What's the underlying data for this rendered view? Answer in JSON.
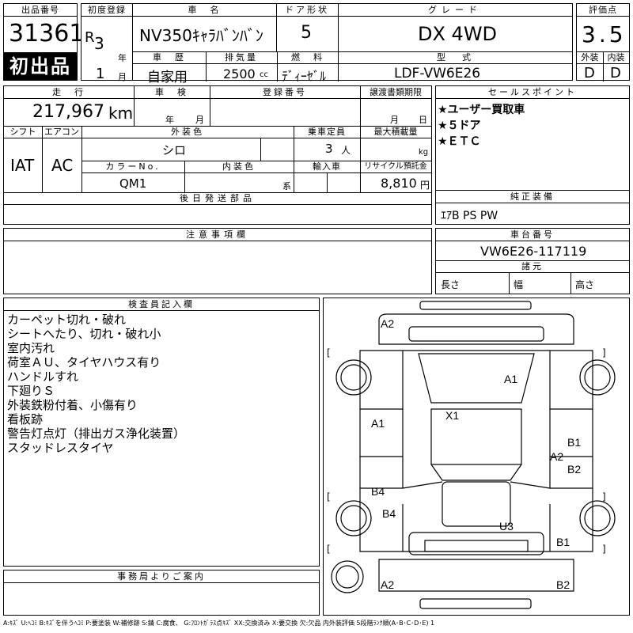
{
  "header": {
    "lot_no_label": "出品番号",
    "lot_no": "31361",
    "first_listing": "初出品",
    "first_reg_label": "初度登録",
    "era": "R",
    "year_num": "3",
    "year_unit": "年",
    "month_num": "1",
    "month_unit": "月",
    "car_name_label": "車　名",
    "car_name": "NV350ｷｬﾗﾊﾞﾝﾊﾞﾝ",
    "door_label": "ドア形状",
    "doors": "5",
    "grade_label": "グレード",
    "grade": "DX 4WD",
    "score_label": "評価点",
    "score": "3.5",
    "history_label": "車　歴",
    "history": "自家用",
    "displacement_label": "排気量",
    "displacement": "2500",
    "displacement_unit": "cc",
    "fuel_label": "燃　料",
    "fuel": "ﾃﾞｨｰｾﾞﾙ",
    "model_label": "型　式",
    "model": "LDF-VW6E26",
    "exterior_label": "外装",
    "exterior_grade": "D",
    "interior_label": "内装",
    "interior_grade": "D"
  },
  "row2": {
    "mileage_label": "走　行",
    "mileage": "217,967",
    "mileage_unit": "km",
    "inspection_label": "車　検",
    "insp_year": "年",
    "insp_month": "月",
    "reg_no_label": "登録番号",
    "transfer_label": "譲渡書類期限",
    "transfer_month": "月",
    "transfer_day": "日",
    "shift_label": "シフト",
    "shift": "IAT",
    "ac_label": "エアコン",
    "ac": "AC",
    "ext_color_label": "外装色",
    "ext_color": "シロ",
    "capacity_label": "乗車定員",
    "capacity": "3",
    "capacity_unit": "人",
    "load_label": "最大積載量",
    "load_unit": "kg",
    "color_no_label": "カラーNo.",
    "color_no": "QM1",
    "int_color_label": "内装色",
    "int_color_unit": "系",
    "import_label": "輸入車",
    "recycle_label": "リサイクル預託金",
    "recycle": "8,810",
    "recycle_unit": "円",
    "later_parts_label": "後日発送部品"
  },
  "sales_points": {
    "label": "セールスポイント",
    "items": [
      "★ユーザー買取車",
      "★５ドア",
      "★ＥＴＣ"
    ]
  },
  "equipment": {
    "label": "純正装備",
    "value": "ｴｱB PS PW"
  },
  "caution": {
    "label": "注意事項欄"
  },
  "chassis": {
    "label": "車台番号",
    "value": "VW6E26-117119",
    "dims_label": "諸元",
    "length": "長さ",
    "width": "幅",
    "height": "高さ"
  },
  "inspector": {
    "label": "検査員記入欄",
    "notes": [
      "カーペット切れ・破れ",
      "シートへたり、切れ・破れ小",
      "室内汚れ",
      "荷室ＡＵ、タイヤハウス有り",
      "ハンドルすれ",
      "下廻りＳ",
      "外装鉄粉付着、小傷有り",
      "看板跡",
      "警告灯点灯（排出ガス浄化装置）",
      "スタッドレスタイヤ"
    ]
  },
  "office": {
    "label": "事務局よりご案内"
  },
  "diagram": {
    "marks": [
      "A2",
      "A1",
      "X1",
      "A1",
      "B1",
      "A2",
      "B2",
      "B4",
      "B4",
      "U3",
      "B1",
      "A2",
      "B2"
    ]
  },
  "legend": "A:ｷｽﾞ U:ﾍｺﾐ B:ｷｽﾞを伴うﾍｺﾐ P:要塗装 W:補修跡 S:錆 C:腐食、 G:ﾌﾛﾝﾄｶﾞﾗｽ点ｷｽﾞ XX:交換済み X:要交換 欠:欠品 内外装評価 5段階ﾗﾝｸ順(A･B･C･D･E) 1"
}
